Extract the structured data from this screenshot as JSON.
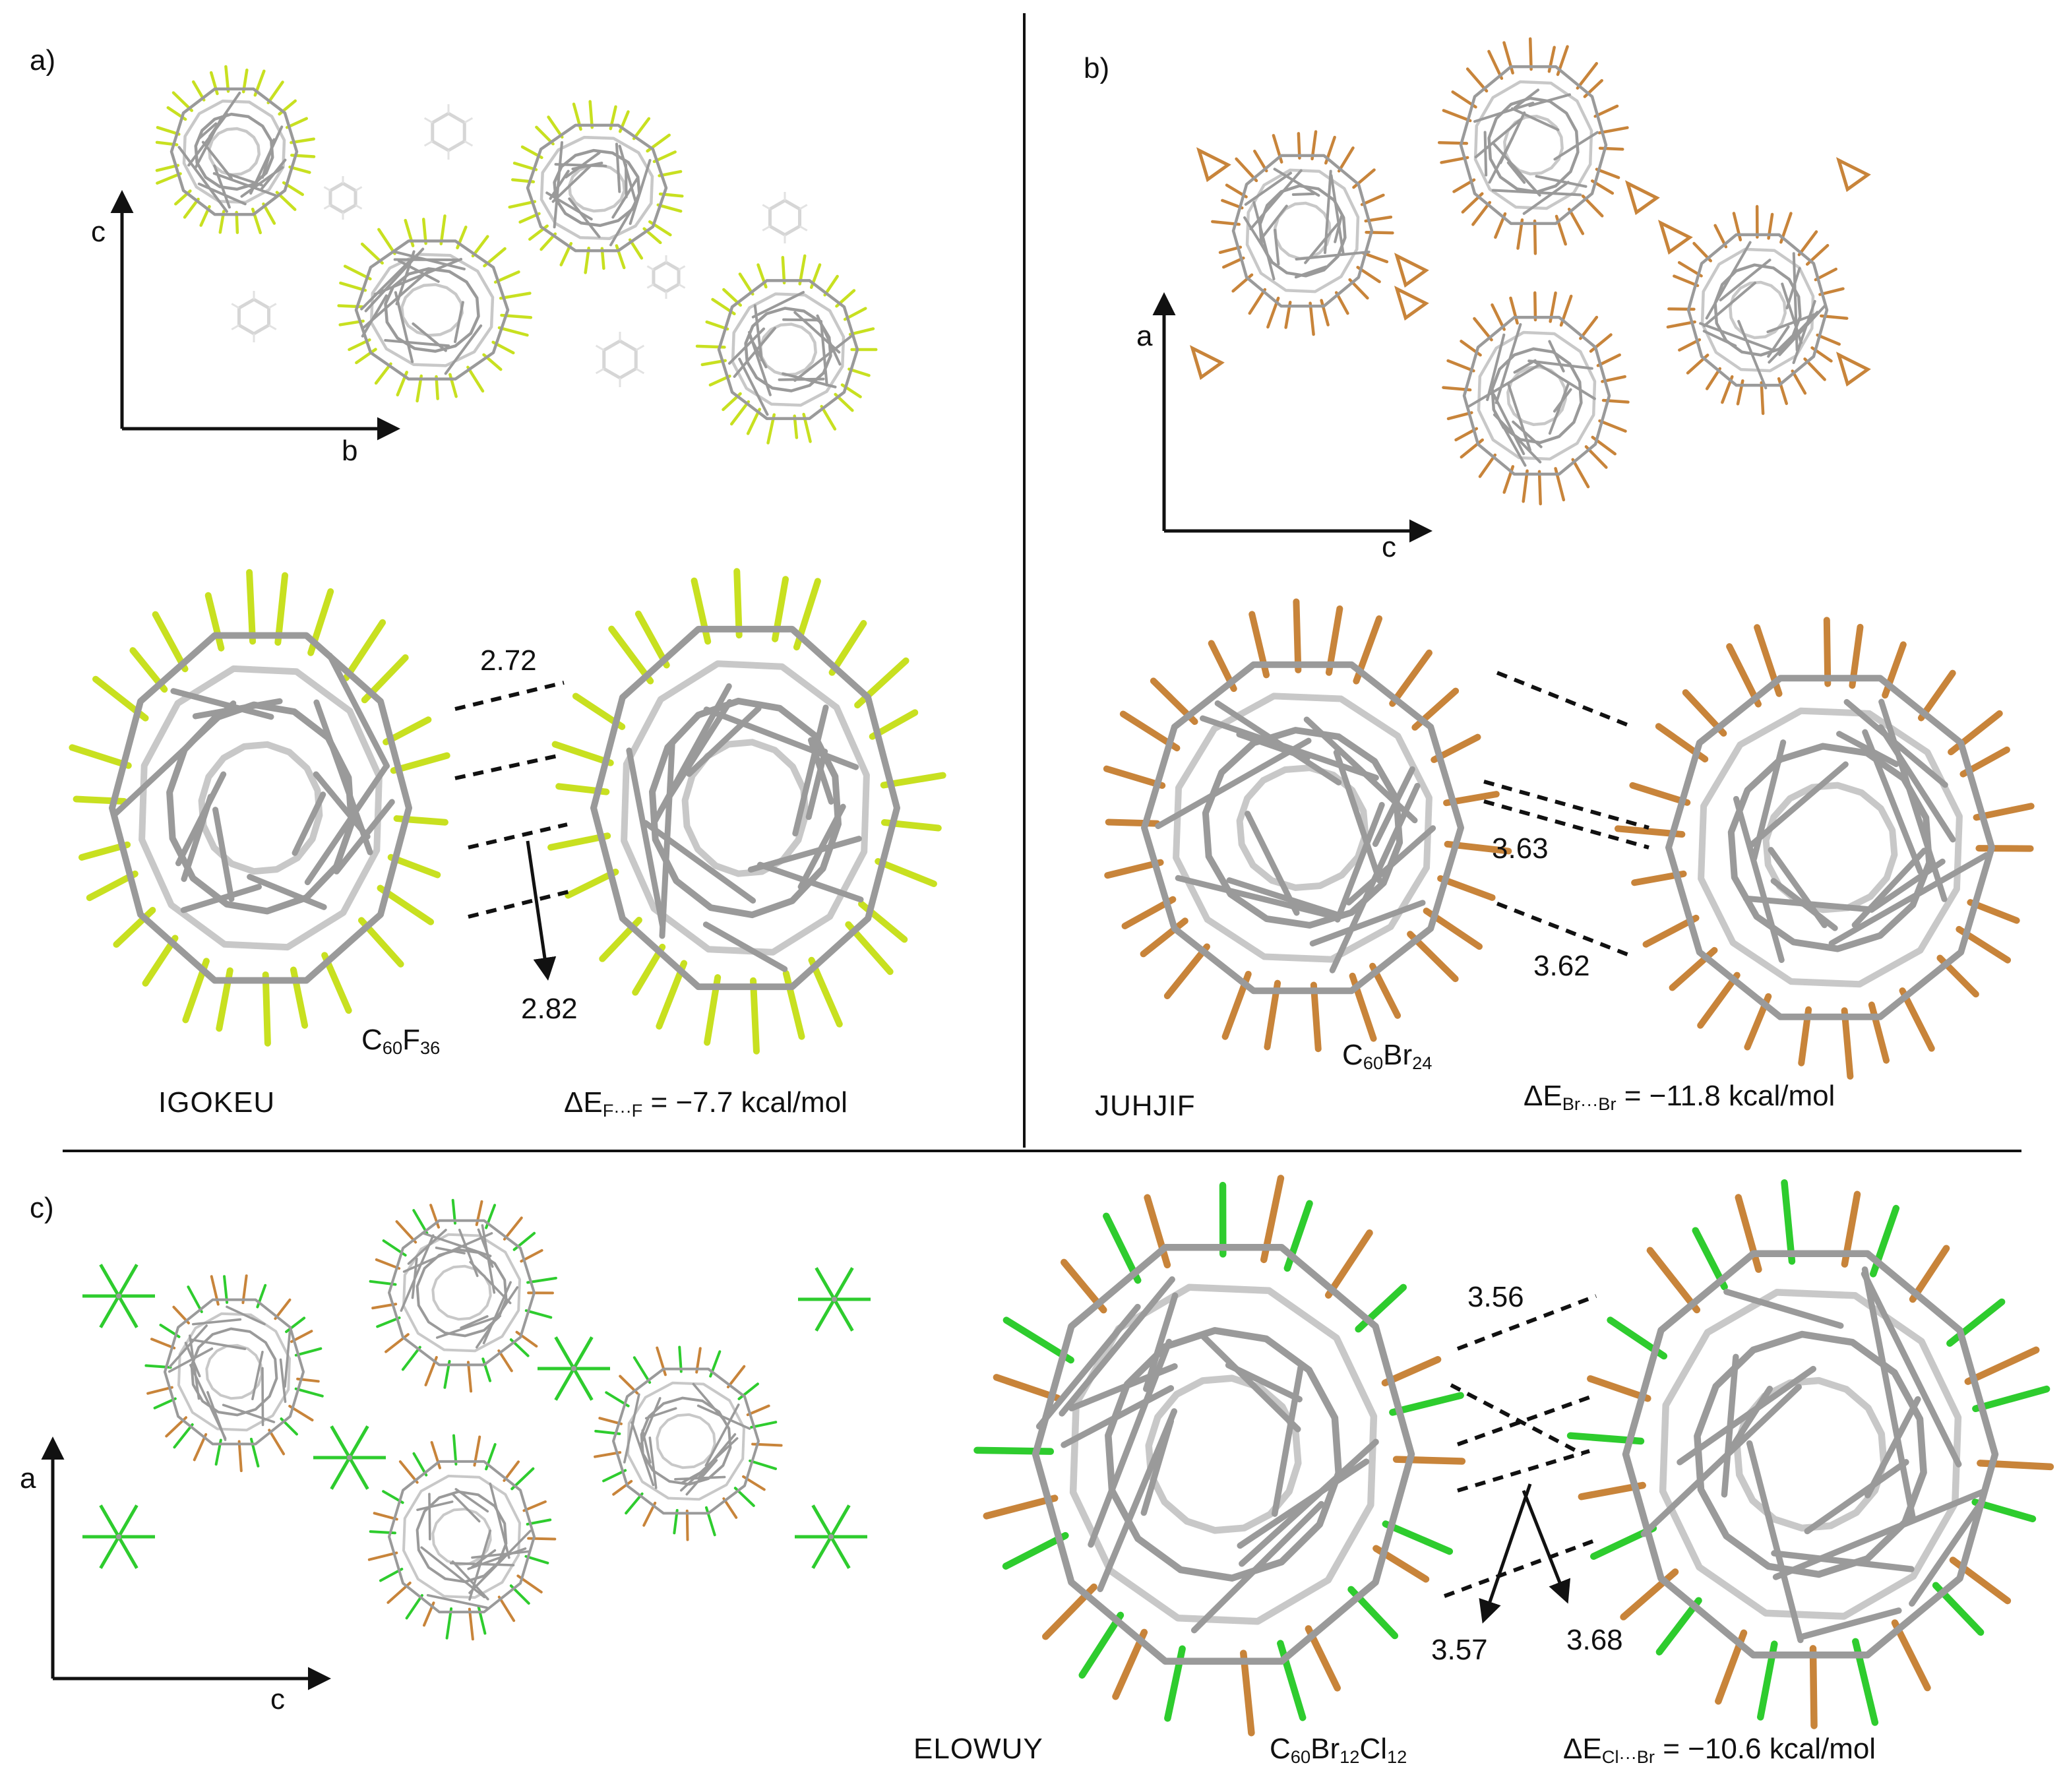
{
  "colors": {
    "carbon": "#9a9a9a",
    "carbon_light": "#c8c8c8",
    "fluorine": "#c8e020",
    "bromine": "#c8843a",
    "chlorine": "#2ecc2e",
    "hydrogen": "#d6d6d6",
    "line": "#111111"
  },
  "panels": {
    "a": {
      "label": "a)",
      "axes": {
        "vertical": "c",
        "horizontal": "b"
      },
      "distances": [
        "2.72",
        "2.82"
      ],
      "formula": {
        "main": "C",
        "sub1": "60",
        "el": "F",
        "sub2": "36"
      },
      "refcode": "IGOKEU",
      "energy": {
        "prefix": "ΔE",
        "sub": "F···F",
        "value": " = −7.7 kcal/mol"
      }
    },
    "b": {
      "label": "b)",
      "axes": {
        "vertical": "a",
        "horizontal": "c"
      },
      "distances": [
        "3.63",
        "3.62"
      ],
      "formula": {
        "main": "C",
        "sub1": "60",
        "el": "Br",
        "sub2": "24"
      },
      "refcode": "JUHJIF",
      "energy": {
        "prefix": "ΔE",
        "sub": "Br···Br",
        "value": " = −11.8 kcal/mol"
      }
    },
    "c": {
      "label": "c)",
      "axes": {
        "vertical": "a",
        "horizontal": "c"
      },
      "distances": [
        "3.56",
        "3.57",
        "3.68"
      ],
      "formula": {
        "main": "C",
        "sub1": "60",
        "el1": "Br",
        "sub2": "12",
        "el2": "Cl",
        "sub3": "12"
      },
      "refcode": "ELOWUY",
      "energy": {
        "prefix": "ΔE",
        "sub": "Cl···Br",
        "value": " = −10.6 kcal/mol"
      }
    }
  }
}
